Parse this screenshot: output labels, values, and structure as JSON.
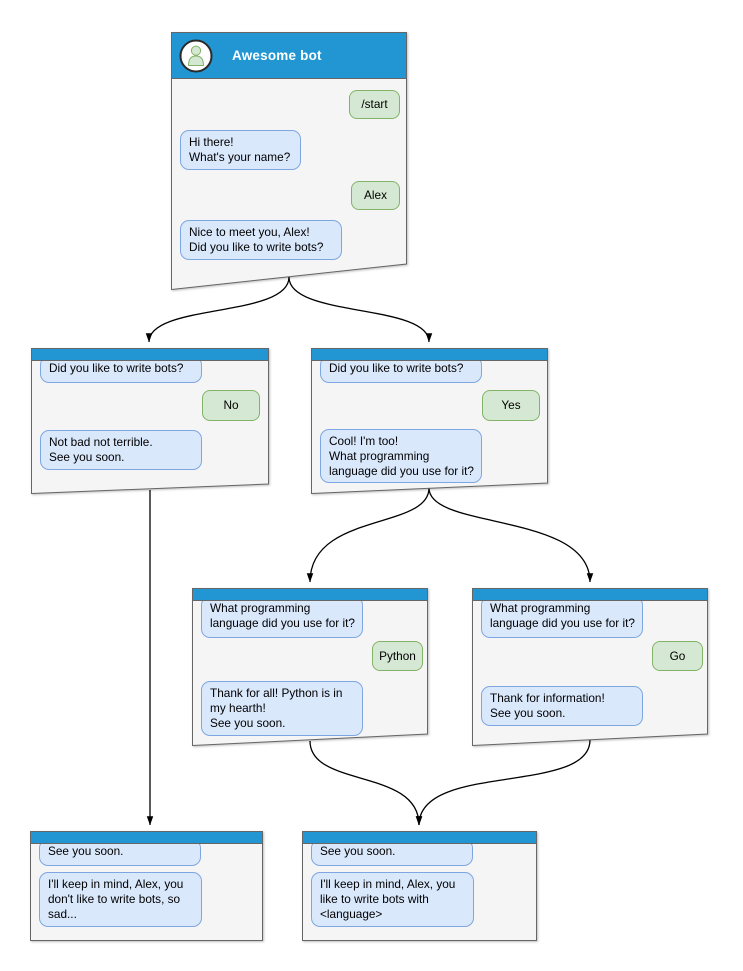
{
  "colors": {
    "titlebar_blue": "#2196d3",
    "window_fill": "#f5f5f5",
    "window_border": "#666666",
    "bot_bubble_fill": "#dae8fc",
    "bot_bubble_border": "#7ea6e0",
    "user_bubble_fill": "#d5e8d4",
    "user_bubble_border": "#82b366",
    "edge_color": "#000000"
  },
  "icons": {
    "avatar": "person-icon"
  },
  "windows": [
    {
      "id": "root",
      "title": "Awesome bot",
      "messages": [
        {
          "from": "user",
          "text": "/start"
        },
        {
          "from": "bot",
          "text": "Hi there!\nWhat's your name?"
        },
        {
          "from": "user",
          "text": "Alex"
        },
        {
          "from": "bot",
          "text": "Nice to meet you, Alex!\nDid you like to write bots?"
        }
      ]
    },
    {
      "id": "branch-no",
      "messages": [
        {
          "from": "bot",
          "text": "Did you like to write bots?"
        },
        {
          "from": "user",
          "text": "No"
        },
        {
          "from": "bot",
          "text": "Not bad not terrible.\nSee you soon."
        }
      ]
    },
    {
      "id": "branch-yes",
      "messages": [
        {
          "from": "bot",
          "text": "Did you like to write bots?"
        },
        {
          "from": "user",
          "text": "Yes"
        },
        {
          "from": "bot",
          "text": "Cool! I'm too!\nWhat programming\nlanguage did you use for it?"
        }
      ]
    },
    {
      "id": "branch-python",
      "messages": [
        {
          "from": "bot",
          "text": "What programming\nlanguage did you use for it?"
        },
        {
          "from": "user",
          "text": "Python"
        },
        {
          "from": "bot",
          "text": "Thank for all! Python is in\nmy hearth!\nSee you soon."
        }
      ]
    },
    {
      "id": "branch-go",
      "messages": [
        {
          "from": "bot",
          "text": "What programming\nlanguage did you use for it?"
        },
        {
          "from": "user",
          "text": "Go"
        },
        {
          "from": "bot",
          "text": "Thank for information!\nSee you soon."
        }
      ]
    },
    {
      "id": "final-no",
      "messages": [
        {
          "from": "bot",
          "text": "See you soon."
        },
        {
          "from": "bot",
          "text": "I'll keep in mind, Alex, you\ndon't like to write bots, so\nsad..."
        }
      ]
    },
    {
      "id": "final-language",
      "messages": [
        {
          "from": "bot",
          "text": "See you soon."
        },
        {
          "from": "bot",
          "text": "I'll keep in mind, Alex, you\nlike to write bots with\n<language>"
        }
      ]
    }
  ],
  "edges": [
    {
      "from": "root",
      "to": "branch-no"
    },
    {
      "from": "root",
      "to": "branch-yes"
    },
    {
      "from": "branch-yes",
      "to": "branch-python"
    },
    {
      "from": "branch-yes",
      "to": "branch-go"
    },
    {
      "from": "branch-no",
      "to": "final-no"
    },
    {
      "from": "branch-python",
      "to": "final-language"
    },
    {
      "from": "branch-go",
      "to": "final-language"
    }
  ]
}
